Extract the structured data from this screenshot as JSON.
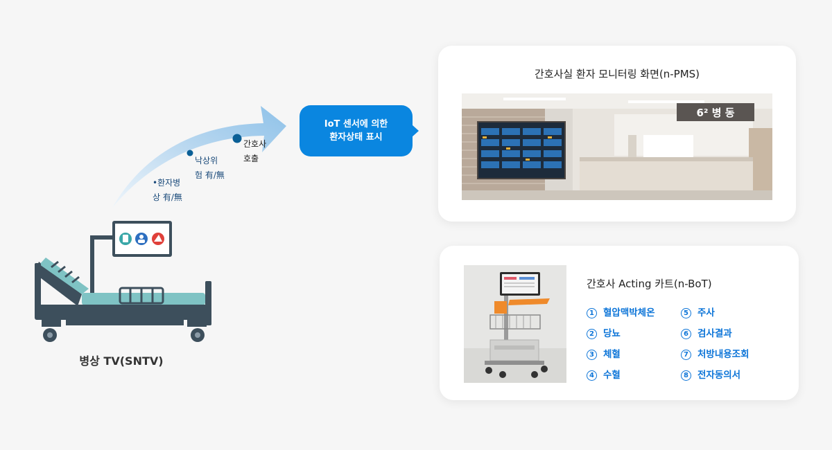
{
  "bed": {
    "label": "병상 TV(SNTV)"
  },
  "arrow": {
    "labels": [
      {
        "line1": "•환자병",
        "line2": "상 有/無"
      },
      {
        "line1": "낙상위",
        "line2": "험 有/無"
      },
      {
        "line1": "간호사",
        "line2": "호출"
      }
    ]
  },
  "bubble": {
    "line1": "IoT 센서에 의한",
    "line2": "환자상태 표시"
  },
  "station": {
    "title": "간호사실 환자 모니터링 화면(n-PMS)",
    "sign": "6² 병 동"
  },
  "cart": {
    "title": "간호사 Acting 카트(n-BoT)",
    "col1": [
      {
        "num": "1",
        "label": "혈압맥박체온"
      },
      {
        "num": "2",
        "label": "당뇨"
      },
      {
        "num": "3",
        "label": "체혈"
      },
      {
        "num": "4",
        "label": "수혈"
      }
    ],
    "col2": [
      {
        "num": "5",
        "label": "주사"
      },
      {
        "num": "6",
        "label": "검사결과"
      },
      {
        "num": "7",
        "label": "처방내용조회"
      },
      {
        "num": "8",
        "label": "전자동의서"
      }
    ]
  },
  "colors": {
    "accent": "#0a86e0",
    "bed_dark": "#3d4f5c",
    "bed_teal": "#7fc3c4",
    "text_blue": "#0d75d8"
  }
}
